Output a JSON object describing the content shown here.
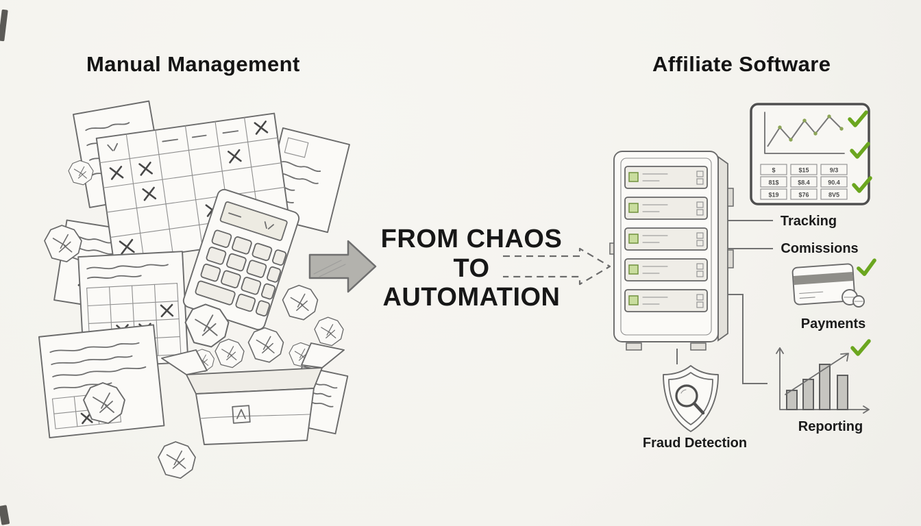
{
  "meta": {
    "background_color": "#f4f3ee",
    "pencil_color": "#6e6e6e",
    "accent_green": "#6ba61f",
    "icons": {
      "checkmark": "✓"
    }
  },
  "left": {
    "title": "Manual Management"
  },
  "center": {
    "line1": "FROM CHAOS",
    "line2": "TO",
    "line3": "AUTOMATION"
  },
  "right": {
    "title": "Affiliate Software",
    "labels": {
      "tracking": "Tracking",
      "commissions": "Comissions",
      "payments": "Payments",
      "fraud_detection": "Fraud Detection",
      "reporting": "Reporting"
    },
    "monitor": {
      "cells": [
        [
          "$",
          "$15",
          "9/3"
        ],
        [
          "81$",
          "$8.4",
          "90.4"
        ],
        [
          "$19",
          "$76",
          "8V5"
        ]
      ]
    }
  }
}
